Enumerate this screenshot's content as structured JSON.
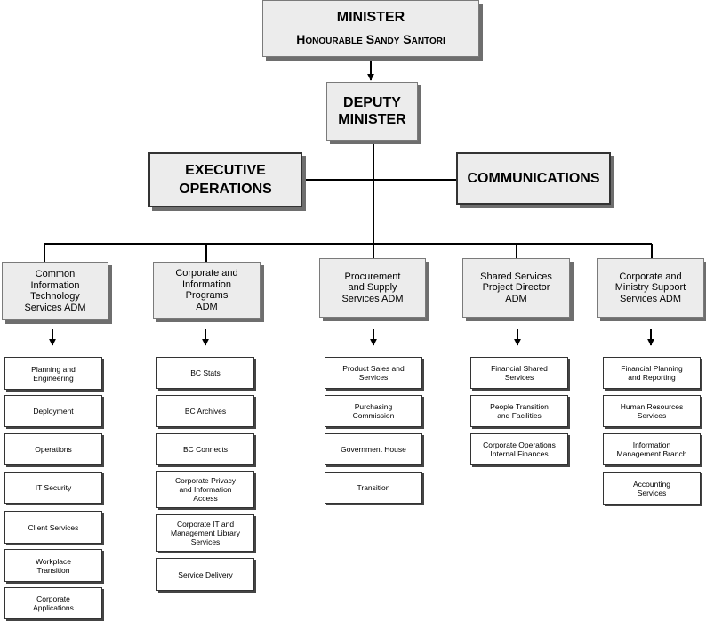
{
  "minister": {
    "title": "MINISTER",
    "name": "Honourable Sandy Santori"
  },
  "deputy": {
    "title": "DEPUTY\nMINISTER"
  },
  "executive": {
    "label": "EXECUTIVE\nOPERATIONS"
  },
  "communications": {
    "label": "COMMUNICATIONS"
  },
  "divisions": [
    {
      "label": "Common\nInformation\nTechnology\nServices ADM",
      "units": [
        "Planning and\nEngineering",
        "Deployment",
        "Operations",
        "IT Security",
        "Client Services",
        "Workplace\nTransition",
        "Corporate\nApplications"
      ]
    },
    {
      "label": "Corporate and\nInformation\nPrograms\nADM",
      "units": [
        "BC Stats",
        "BC Archives",
        "BC Connects",
        "Corporate Privacy\nand Information\nAccess",
        "Corporate IT and\nManagement Library\nServices",
        "Service Delivery"
      ]
    },
    {
      "label": "Procurement\nand Supply\nServices ADM",
      "units": [
        "Product Sales and\nServices",
        "Purchasing\nCommission",
        "Government House",
        "Transition"
      ]
    },
    {
      "label": "Shared Services\nProject Director\nADM",
      "units": [
        "Financial Shared\nServices",
        "People Transition\nand Facilities",
        "Corporate Operations\nInternal Finances"
      ]
    },
    {
      "label": "Corporate and\nMinistry Support\nServices ADM",
      "units": [
        "Financial Planning\nand Reporting",
        "Human Resources\nServices",
        "Information\nManagement Branch",
        "Accounting\nServices"
      ]
    }
  ]
}
